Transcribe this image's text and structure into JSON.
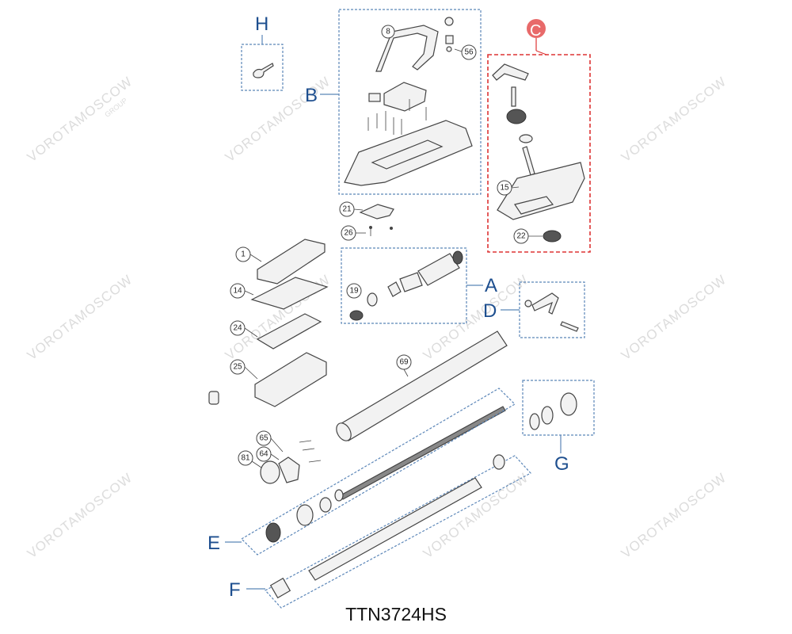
{
  "title": "TTN3724HS",
  "watermark": {
    "brand": "VOROTAMOSCOW",
    "sub": "GROUP"
  },
  "colors": {
    "group_label": "#1e4f8f",
    "group_box": "#5b86b8",
    "highlight": "#d33333"
  },
  "groups": [
    {
      "id": "H",
      "label": "H"
    },
    {
      "id": "B",
      "label": "B"
    },
    {
      "id": "C",
      "label": "C",
      "highlighted": true
    },
    {
      "id": "A",
      "label": "A"
    },
    {
      "id": "D",
      "label": "D"
    },
    {
      "id": "G",
      "label": "G"
    },
    {
      "id": "E",
      "label": "E"
    },
    {
      "id": "F",
      "label": "F"
    }
  ],
  "callouts": [
    "8",
    "56",
    "15",
    "22",
    "21",
    "26",
    "1",
    "14",
    "24",
    "25",
    "19",
    "69",
    "65",
    "64",
    "81"
  ]
}
